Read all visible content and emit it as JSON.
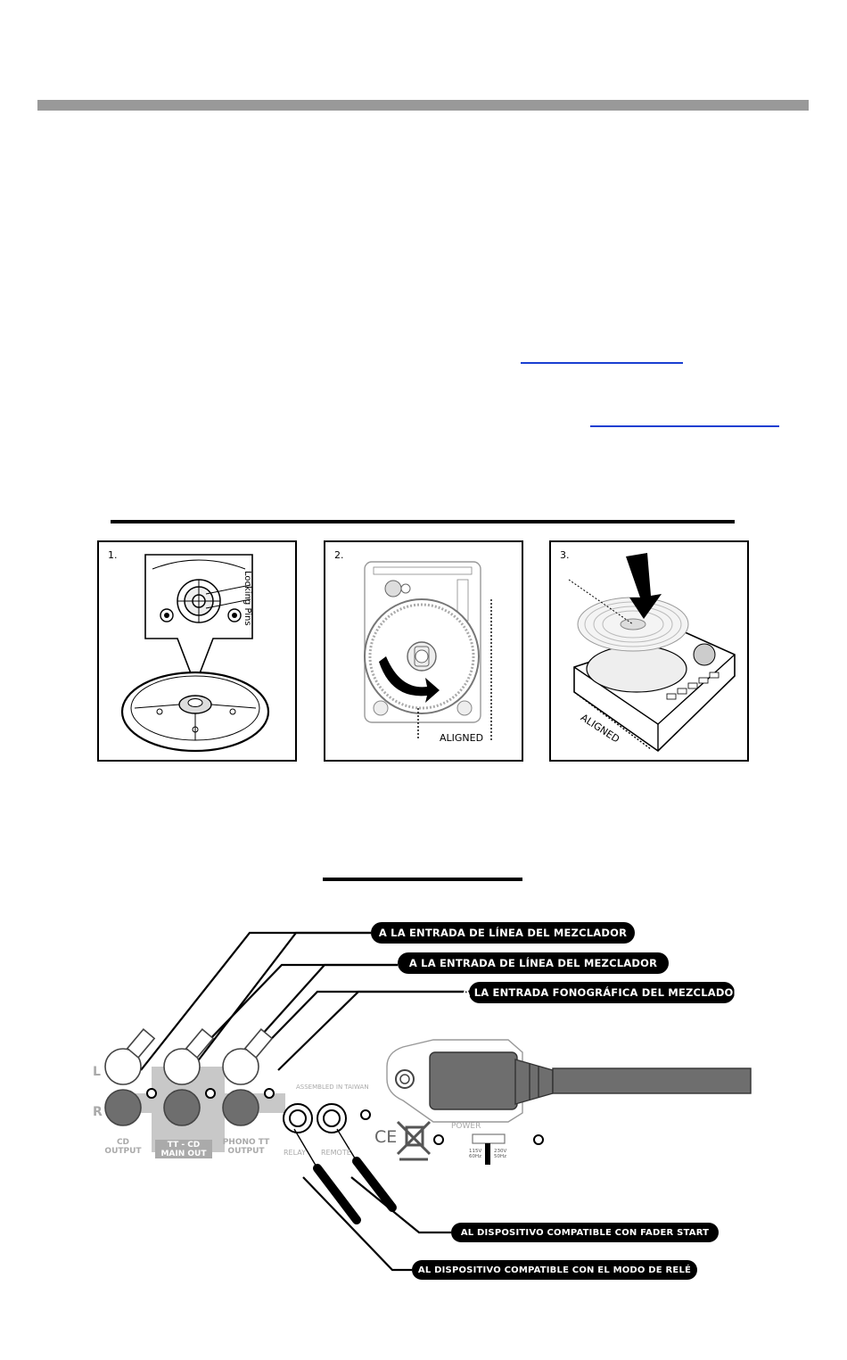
{
  "figure1": {
    "panels": [
      {
        "number": "1.",
        "label": "Locking Pins"
      },
      {
        "number": "2.",
        "label": "ALIGNED"
      },
      {
        "number": "3.",
        "label": "ALIGNED"
      }
    ]
  },
  "figure2": {
    "callouts": {
      "line_in_1": "A LA ENTRADA DE LÍNEA DEL MEZCLADOR",
      "line_in_2": "A LA ENTRADA DE LÍNEA DEL MEZCLADOR",
      "phono_in": "A LA ENTRADA FONOGRÁFICA DEL MEZCLADOR",
      "fader_start": "AL DISPOSITIVO COMPATIBLE CON FADER START",
      "relay_mode": "AL DISPOSITIVO COMPATIBLE CON EL MODO DE RELÉ"
    },
    "panel": {
      "channel_l": "L",
      "channel_r": "R",
      "cd_output": [
        "CD",
        "OUTPUT"
      ],
      "tt_cd_main_out": [
        "TT - CD",
        "MAIN OUT"
      ],
      "phono_tt_output": [
        "PHONO TT",
        "OUTPUT"
      ],
      "assembled": "ASSEMBLED IN TAIWAN",
      "power": "POWER",
      "relay": "RELAY",
      "remote": "REMOTE",
      "voltage_115": [
        "115V",
        "60Hz"
      ],
      "voltage_230": [
        "230V",
        "50Hz"
      ],
      "ce_mark": "CE"
    }
  }
}
